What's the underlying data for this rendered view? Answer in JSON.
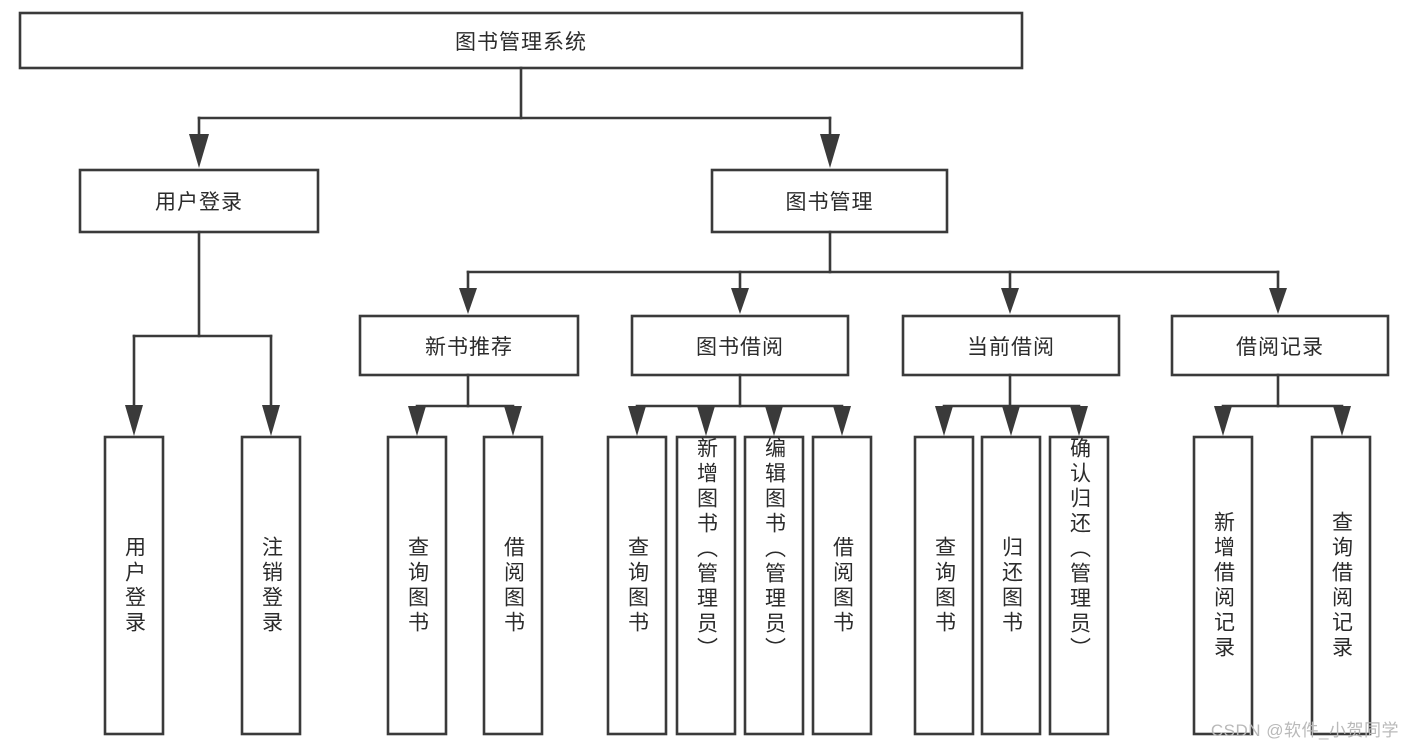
{
  "diagram": {
    "type": "tree-hierarchy",
    "title": "图书管理系统",
    "root": {
      "id": "root",
      "label": "图书管理系统"
    },
    "level2": [
      {
        "id": "user-login",
        "label": "用户登录"
      },
      {
        "id": "book-manage",
        "label": "图书管理"
      }
    ],
    "level3": [
      {
        "id": "new-book-rec",
        "label": "新书推荐",
        "parent": "book-manage"
      },
      {
        "id": "book-borrow",
        "label": "图书借阅",
        "parent": "book-manage"
      },
      {
        "id": "current-borrow",
        "label": "当前借阅",
        "parent": "book-manage"
      },
      {
        "id": "borrow-record",
        "label": "借阅记录",
        "parent": "book-manage"
      }
    ],
    "leaves": [
      {
        "id": "leaf-user-login",
        "label": "用户登录",
        "parent": "user-login"
      },
      {
        "id": "leaf-logout",
        "label": "注销登录",
        "parent": "user-login"
      },
      {
        "id": "leaf-query-book-1",
        "label": "查询图书",
        "parent": "new-book-rec"
      },
      {
        "id": "leaf-borrow-book-1",
        "label": "借阅图书",
        "parent": "new-book-rec"
      },
      {
        "id": "leaf-query-book-2",
        "label": "查询图书",
        "parent": "book-borrow"
      },
      {
        "id": "leaf-add-book",
        "label": "新增图书（管理员）",
        "parent": "book-borrow"
      },
      {
        "id": "leaf-edit-book",
        "label": "编辑图书（管理员）",
        "parent": "book-borrow"
      },
      {
        "id": "leaf-borrow-book-2",
        "label": "借阅图书",
        "parent": "book-borrow"
      },
      {
        "id": "leaf-query-book-3",
        "label": "查询图书",
        "parent": "current-borrow"
      },
      {
        "id": "leaf-return-book",
        "label": "归还图书",
        "parent": "current-borrow"
      },
      {
        "id": "leaf-confirm-return",
        "label": "确认归还（管理员）",
        "parent": "current-borrow"
      },
      {
        "id": "leaf-add-record",
        "label": "新增借阅记录",
        "parent": "borrow-record"
      },
      {
        "id": "leaf-query-record",
        "label": "查询借阅记录",
        "parent": "borrow-record"
      }
    ],
    "colors": {
      "stroke": "#3a3a3a",
      "fill": "#ffffff",
      "text": "#2b2b2b",
      "watermark": "#b9b9b9"
    }
  },
  "watermark": {
    "text": "CSDN @软件_小贺同学"
  }
}
